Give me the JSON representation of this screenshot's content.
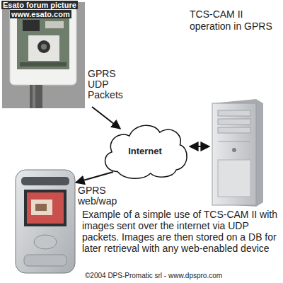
{
  "diagram": {
    "title": "TCS-CAM II operation in GPRS",
    "caption": "Example of a simple use of TCS-CAM II with images sent over the internet via UDP packets. Images are then stored on a DB for later retrieval with any web-enabled device",
    "nodes": [
      {
        "text": [
          "Internet"
        ]
      }
    ],
    "labels": [
      "Esato forum picture",
      "www.esato.com",
      "GPRS UDP Packets",
      "GPRS web/wap",
      "©2004 DPS-Promatic srl - www.dpspro.com"
    ]
  }
}
